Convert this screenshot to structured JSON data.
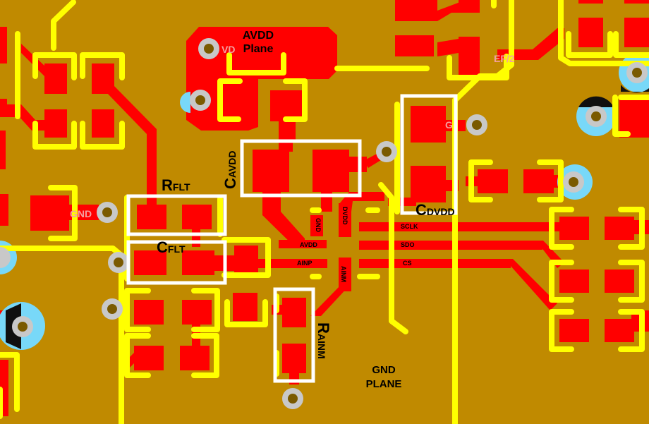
{
  "colors": {
    "board": "#c08a00",
    "copper": "#ff0000",
    "silkscreen": "#ffff00",
    "highlight_outline": "#ffffff",
    "via_ring": "#c8c8c8",
    "via_hole": "#7a5a00",
    "thermal_relief": "#78d8f8",
    "label_text": "#000000"
  },
  "planes": {
    "avdd": {
      "line1": "AVDD",
      "line2": "Plane"
    },
    "gnd": {
      "line1": "GND",
      "line2": "PLANE"
    }
  },
  "components": {
    "r_flt": {
      "main": "R",
      "sub": "FLT"
    },
    "c_flt": {
      "main": "C",
      "sub": "FLT"
    },
    "c_avdd": {
      "main": "C",
      "sub": "AVDD"
    },
    "c_dvdd": {
      "main": "C",
      "sub": "DVDD"
    },
    "r_ainm": {
      "main": "R",
      "sub": "AINM"
    }
  },
  "ic_pins": {
    "gnd": "GND",
    "dvdd": "DVDD",
    "avdd": "AVDD",
    "ainp": "AINP",
    "ainm": "AINM",
    "sclk": "SCLK",
    "sdo": "SDO",
    "cs": "CS"
  },
  "faint_net_labels": {
    "gnd_left": "GND",
    "vd_top": "VD",
    "gnd_right": "G",
    "ref": "EF/2"
  }
}
